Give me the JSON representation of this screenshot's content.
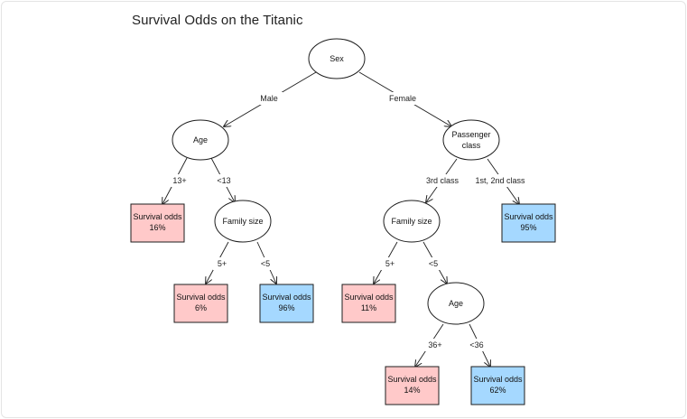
{
  "title": "Survival Odds on the Titanic",
  "colors": {
    "leaf_low_fill": "#ffc9c9",
    "leaf_high_fill": "#a5d8ff",
    "stroke": "#1e1e1e"
  },
  "nodes": {
    "sex": "Sex",
    "age_male": "Age",
    "family_male": "Family size",
    "passenger_class": [
      "Passenger",
      "class"
    ],
    "family_female": "Family size",
    "age_female": "Age"
  },
  "leaves": {
    "male_13plus": [
      "Survival odds",
      "16%"
    ],
    "male_family_5plus": [
      "Survival odds",
      "6%"
    ],
    "male_family_lt5": [
      "Survival odds",
      "96%"
    ],
    "female_class_12": [
      "Survival odds",
      "95%"
    ],
    "female_family_5plus": [
      "Survival odds",
      "11%"
    ],
    "female_age_36plus": [
      "Survival odds",
      "14%"
    ],
    "female_age_lt36": [
      "Survival odds",
      "62%"
    ]
  },
  "edges": {
    "male": "Male",
    "female": "Female",
    "age_13plus": "13+",
    "age_lt13": "<13",
    "fam_5plus_m": "5+",
    "fam_lt5_m": "<5",
    "class_3rd": "3rd class",
    "class_12": "1st, 2nd class",
    "fam_5plus_f": "5+",
    "fam_lt5_f": "<5",
    "age_36plus": "36+",
    "age_lt36": "<36"
  }
}
